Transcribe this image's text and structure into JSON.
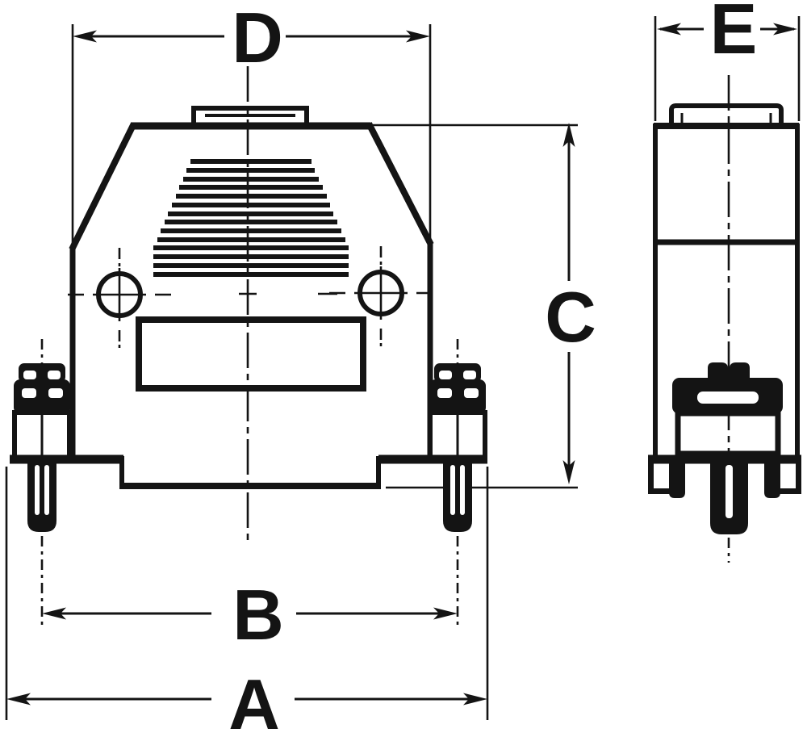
{
  "drawing": {
    "background_color": "#ffffff",
    "ink_color": "#141414",
    "dimension_labels": {
      "a": "A",
      "b": "B",
      "c": "C",
      "d": "D",
      "e": "E"
    }
  }
}
